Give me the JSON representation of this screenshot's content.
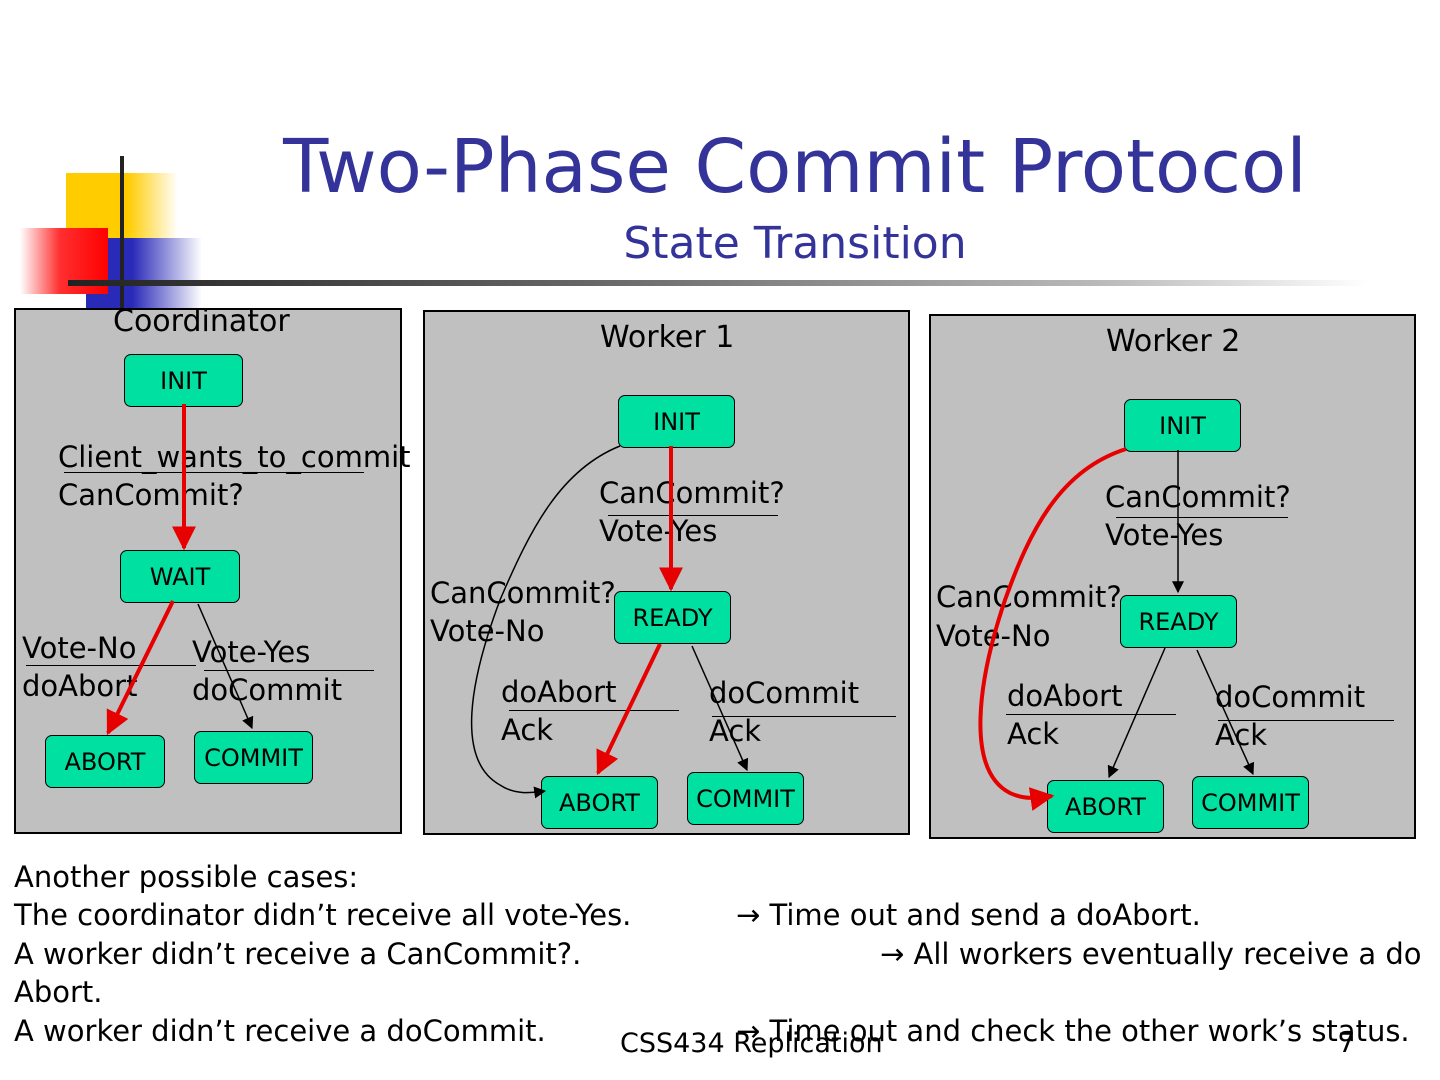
{
  "slide": {
    "title": "Two-Phase Commit Protocol",
    "subtitle": "State Transition",
    "footer": "CSS434 Replication",
    "page_number": "7"
  },
  "colors": {
    "title": "#333399",
    "panel": "#c0c0c0",
    "state": "#00e0a0",
    "highlight_arrow": "#e60000"
  },
  "coordinator": {
    "title": "Coordinator",
    "states": {
      "init": "INIT",
      "wait": "WAIT",
      "abort": "ABORT",
      "commit": "COMMIT"
    },
    "labels": {
      "trigger": "Client_wants_to_commit",
      "send": "CanCommit?",
      "no_in": "Vote-No",
      "no_out": "doAbort",
      "yes_in": "Vote-Yes",
      "yes_out": "doCommit"
    }
  },
  "worker1": {
    "title": "Worker 1",
    "states": {
      "init": "INIT",
      "ready": "READY",
      "abort": "ABORT",
      "commit": "COMMIT"
    },
    "labels": {
      "yes_in": "CanCommit?",
      "yes_out": "Vote-Yes",
      "no_in": "CanCommit?",
      "no_out": "Vote-No",
      "abort_in": "doAbort",
      "abort_out": "Ack",
      "commit_in": "doCommit",
      "commit_out": "Ack"
    }
  },
  "worker2": {
    "title": "Worker 2",
    "states": {
      "init": "INIT",
      "ready": "READY",
      "abort": "ABORT",
      "commit": "COMMIT"
    },
    "labels": {
      "yes_in": "CanCommit?",
      "yes_out": "Vote-Yes",
      "no_in": "CanCommit?",
      "no_out": "Vote-No",
      "abort_in": "doAbort",
      "abort_out": "Ack",
      "commit_in": "doCommit",
      "commit_out": "Ack"
    }
  },
  "notes": {
    "heading": "Another possible cases:",
    "case1": "The coordinator didn’t receive all vote-Yes.",
    "case1_result": "→ Time out and send a doAbort.",
    "case2": "A worker didn’t receive a CanCommit?.",
    "case2_result": "→ All workers eventually receive a do",
    "case2_cont": "Abort.",
    "case3": "A worker didn’t receive a doCommit.",
    "case3_result": "→ Time out and check the other work’s status."
  }
}
